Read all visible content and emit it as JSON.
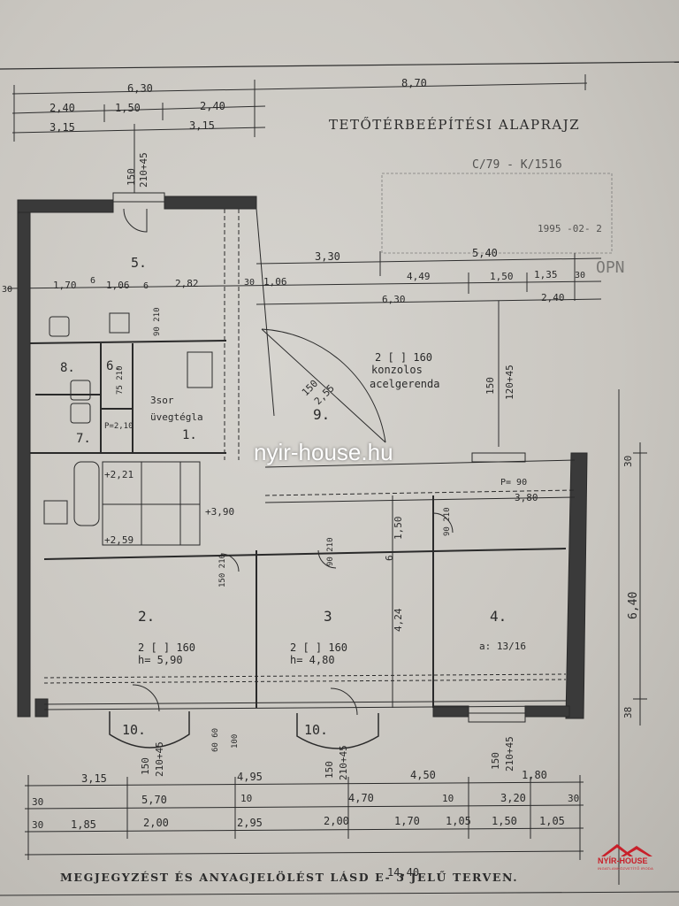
{
  "plan": {
    "title": "TETŐTÉRBEÉPÍTÉSI ALAPRAJZ",
    "footer": "MEGJEGYZÉST ÉS ANYAGJELÖLÉST LÁSD E- 3 JELŰ TERVEN.",
    "watermark": "nyir-house.hu",
    "logo_text": "NYÍR-HOUSE",
    "logo_subtext": "INGATLANKÖZVETÍTŐ IRODA",
    "stamp": "C/79 - K/1516",
    "stamp_date": "1995 -02- 2",
    "signature": "OPN"
  },
  "rooms": {
    "r1": "1.",
    "r2": "2.",
    "r3": "3",
    "r4": "4.",
    "r5": "5.",
    "r6": "6.",
    "r7": "7.",
    "r8": "8.",
    "r9": "9.",
    "r10a": "10.",
    "r10b": "10."
  },
  "notes": {
    "beam1": "2 [ ] 160",
    "konzolos": "konzolos",
    "acelgerenda": "acelgerenda",
    "beam2": "2 [ ] 160",
    "h2": "h= 5,90",
    "beam3": "2 [ ] 160",
    "h3": "h= 4,80",
    "sor": "3sor",
    "uvegtegla": "üvegtégla",
    "stair": "a: 13/16",
    "lvl1": "+2,21",
    "lvl2": "+3,90",
    "lvl3": "+2,59",
    "p1": "P=2,10",
    "p2": "P= 90"
  },
  "dims": {
    "top_6_30": "6,30",
    "top_8_70": "8,70",
    "top_2_40a": "2,40",
    "top_1_50": "1,50",
    "top_2_40b": "2,40",
    "top_3_15a": "3,15",
    "top_3_15b": "3,15",
    "win_150": "150",
    "win_210": "210+45",
    "d_3_30": "3,30",
    "d_5_40": "5,40",
    "row_30": "30",
    "row_1_70": "1,70",
    "row_6a": "6",
    "row_1_06a": "1,06",
    "row_6b": "6",
    "row_2_82": "2,82",
    "row_30b": "30",
    "row_1_06b": "1,06",
    "row_4_49": "4,49",
    "row_1_50": "1,50",
    "row_1_35": "1,35",
    "row_30c": "30",
    "row_6_30": "6,30",
    "row_2_40": "2,40",
    "d_150": "150",
    "d_120_45": "120+45",
    "d_150b": "150",
    "d_2_55": "2,55",
    "d_3_80": "3,80",
    "d_1_50": "1,50",
    "d_6": "6",
    "d_4_24": "4,24",
    "d_6_40": "6,40",
    "d_30r": "30",
    "d_38": "38",
    "door_90_210a": "90 210",
    "door_75_210": "75 210",
    "door_90_210b": "90 210",
    "door_90_210c": "90 210",
    "door_150_210": "150 210",
    "b_3_15": "3,15",
    "b_4_95": "4,95",
    "b_4_50": "4,50",
    "b_1_80": "1,80",
    "b_30a": "30",
    "b_5_70": "5,70",
    "b_10a": "10",
    "b_4_70": "4,70",
    "b_10b": "10",
    "b_3_20": "3,20",
    "b_30b": "30",
    "b_30c": "30",
    "b_1_85": "1,85",
    "b_2_00a": "2,00",
    "b_2_95": "2,95",
    "b_2_00b": "2,00",
    "b_1_70": "1,70",
    "b_1_05a": "1,05",
    "b_1_50": "1,50",
    "b_1_05b": "1,05",
    "b_14_40": "14,40",
    "w1a": "150",
    "w1b": "210+45",
    "w2a": "150",
    "w2b": "210+45",
    "w3a": "150",
    "w3b": "210+45",
    "w_60": "60 60",
    "w_100": "100"
  }
}
